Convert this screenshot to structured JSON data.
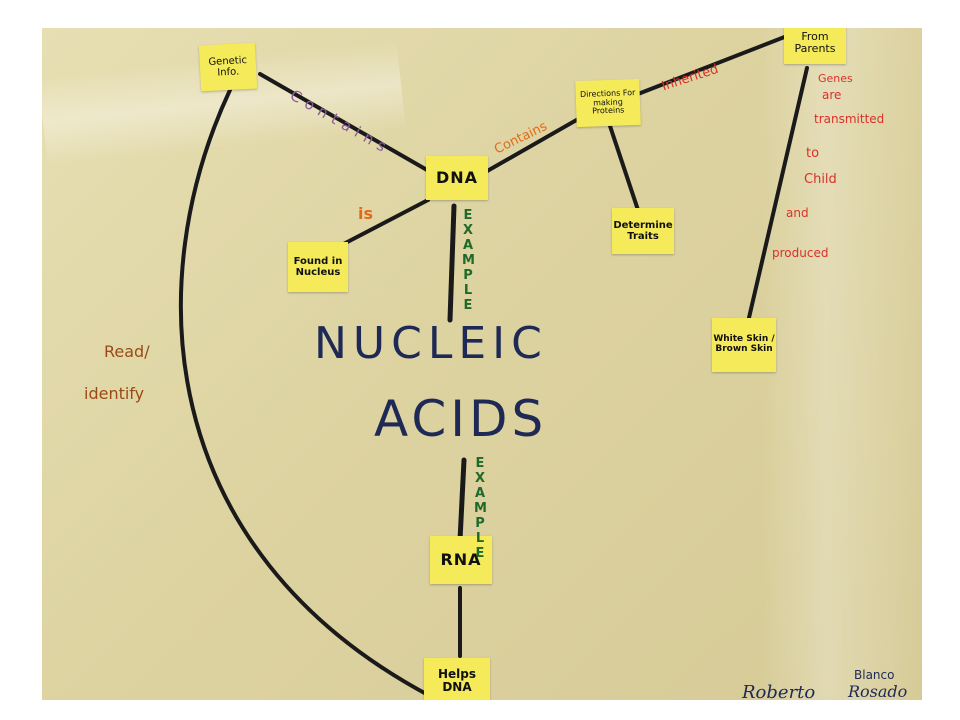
{
  "notes": {
    "genetic_info": "Genetic Info.",
    "dna": "DNA",
    "directions": "Directions For making Proteins",
    "from_parents": "From Parents",
    "found_in_nucleus": "Found in Nucleus",
    "determine_traits": "Determine Traits",
    "white_brown_skin": "White Skin / Brown Skin",
    "rna": "RNA",
    "helps_dna": "Helps DNA"
  },
  "links": {
    "contains_left": "Contains",
    "contains_right": "Contains",
    "inherited": "Inherited",
    "is": "is",
    "read_identify_1": "Read/",
    "read_identify_2": "identify",
    "genes_1": "Genes",
    "genes_2": "are",
    "genes_3": "transmitted",
    "genes_4": "to",
    "genes_5": "Child",
    "genes_6": "and",
    "genes_7": "produced"
  },
  "example_vertical": "EXAMPLE",
  "title_line1": "NUCLEIC",
  "title_line2": "ACIDS",
  "signature": {
    "first": "Roberto",
    "last": "Rosado",
    "middle": "Blanco"
  },
  "colors": {
    "poster": "#e3dba9",
    "sticky": "#f4ea5a",
    "line": "#1a1a1a",
    "title": "#1e2a55",
    "purple_label": "#8a5a9a",
    "orange_label": "#e06a1a",
    "red_label": "#d8322b",
    "brown_label": "#9a4a16",
    "green_label": "#1f6a2a"
  }
}
